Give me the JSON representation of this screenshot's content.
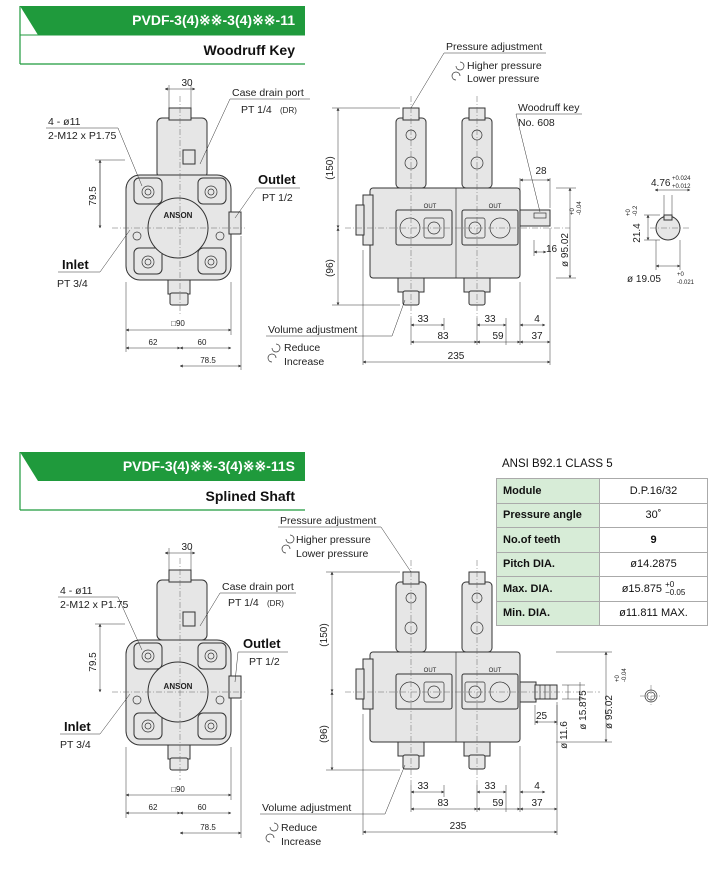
{
  "colors": {
    "header_green": "#1f9a3c",
    "body_fill": "#e6e6e6",
    "table_key_fill": "#d7ecd7"
  },
  "top": {
    "model": "PVDF-3(4)※※-3(4)※※-11",
    "shaft_type": "Woodruff Key",
    "logo": "ANSON",
    "labels": {
      "case_drain_port": "Case drain port",
      "case_drain_size": "PT 1/4",
      "case_drain_dr": "(DR)",
      "outlet": "Outlet",
      "outlet_size": "PT 1/2",
      "inlet": "Inlet",
      "inlet_size": "PT 3/4",
      "holes": "4 - ø11",
      "holes_thread": "2-M12 x P1.75",
      "pressure_adjustment": "Pressure adjustment",
      "higher_pressure": "Higher pressure",
      "lower_pressure": "Lower pressure",
      "woodruff_key": "Woodruff key",
      "woodruff_no": "No. 608",
      "volume_adjustment": "Volume adjustment",
      "reduce": "Reduce",
      "increase": "Increase",
      "out": "OUT"
    },
    "dims": {
      "d30": "30",
      "d79_5": "79.5",
      "sq90": "□90",
      "d62": "62",
      "d60": "60",
      "d78_5": "78.5",
      "d150": "(150)",
      "d96": "(96)",
      "d28": "28",
      "d16": "16",
      "dia95": "ø 95.02",
      "dia95_tol_up": "+0",
      "dia95_tol_lo": "-0.04",
      "d33a": "33",
      "d33b": "33",
      "d4": "4",
      "d83": "83",
      "d59": "59",
      "d37": "37",
      "d235": "235",
      "key_w": "4.76",
      "key_w_up": "+0.024",
      "key_w_lo": "+0.012",
      "key_h": "21.4",
      "key_h_up": "+0",
      "key_h_lo": "-0.2",
      "shaft_dia": "ø 19.05",
      "shaft_up": "+0",
      "shaft_lo": "-0.021"
    }
  },
  "bottom": {
    "model": "PVDF-3(4)※※-3(4)※※-11S",
    "shaft_type": "Splined Shaft",
    "logo": "ANSON",
    "labels": {
      "case_drain_port": "Case drain port",
      "case_drain_size": "PT 1/4",
      "case_drain_dr": "(DR)",
      "outlet": "Outlet",
      "outlet_size": "PT 1/2",
      "inlet": "Inlet",
      "inlet_size": "PT 3/4",
      "holes": "4 - ø11",
      "holes_thread": "2-M12 x P1.75",
      "pressure_adjustment": "Pressure adjustment",
      "higher_pressure": "Higher pressure",
      "lower_pressure": "Lower pressure",
      "volume_adjustment": "Volume adjustment",
      "reduce": "Reduce",
      "increase": "Increase",
      "out": "OUT"
    },
    "dims": {
      "d30": "30",
      "d79_5": "79.5",
      "sq90": "□90",
      "d62": "62",
      "d60": "60",
      "d78_5": "78.5",
      "d150": "(150)",
      "d96": "(96)",
      "d25": "25",
      "dia11_6": "ø 11.6",
      "dia15_875": "ø 15.875",
      "dia95": "ø 95.02",
      "dia95_tol_up": "+0",
      "dia95_tol_lo": "-0.04",
      "d33a": "33",
      "d33b": "33",
      "d4": "4",
      "d83": "83",
      "d59": "59",
      "d37": "37",
      "d235": "235"
    },
    "spec": {
      "title": "ANSI B92.1 CLASS 5",
      "rows": [
        {
          "key": "Module",
          "value": "D.P.16/32"
        },
        {
          "key": "Pressure angle",
          "value": "30˚"
        },
        {
          "key": "No.of teeth",
          "value": "9"
        },
        {
          "key": "Pitch DIA.",
          "value": "ø14.2875"
        },
        {
          "key": "Max. DIA.",
          "value": "ø15.875",
          "tol_up": "+0",
          "tol_lo": "−0.05"
        },
        {
          "key": "Min. DIA.",
          "value": "ø11.811 MAX."
        }
      ]
    }
  }
}
